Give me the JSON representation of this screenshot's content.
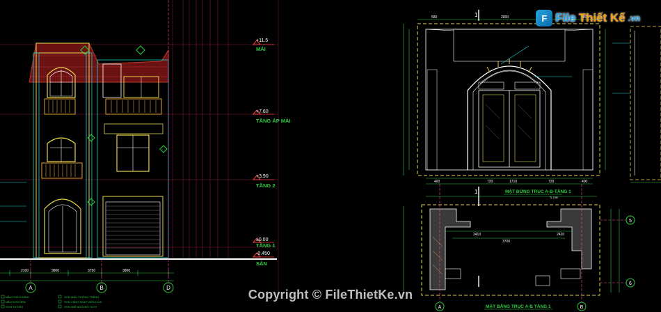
{
  "brand": {
    "logo_mark": "F",
    "logo_part1": "File",
    "logo_part2": "Thiết Kế",
    "logo_suffix": ".vn"
  },
  "watermark": "Copyright © FileThietKe.vn",
  "levels": [
    {
      "value": "+11.5",
      "name": "MÁI"
    },
    {
      "value": "+7.60",
      "name": "TẦNG ÁP MÁI"
    },
    {
      "value": "+3.90",
      "name": "TẦNG 2"
    },
    {
      "value": "±0.00",
      "name": "TẦNG 1"
    },
    {
      "value": "-0.450",
      "name": "SÂN"
    }
  ],
  "grid_axes_left": [
    "A",
    "B",
    "D"
  ],
  "grid_axes_right": [
    "A",
    "B"
  ],
  "grid_axes_side": [
    "5",
    "6"
  ],
  "dimensions": {
    "left_bottom": [
      "2100",
      "3800",
      "3750",
      "3800"
    ],
    "elev_top": [
      "580",
      "2000",
      "580"
    ],
    "elev_bottom": [
      "400",
      "720",
      "1710",
      "720",
      "400"
    ],
    "plan_top": [
      "2410",
      "2420"
    ],
    "plan_bottom": [
      "3700"
    ]
  },
  "section_marks": [
    "1",
    "1"
  ],
  "titles": {
    "elevation": "MẶT ĐỨNG TRỤC A-B-TẦNG 1",
    "plan": "MẶT BẰNG TRỤC A-B TẦNG 1",
    "scale": "TL 1/50"
  },
  "legend_items": [
    "MÀU PHỐI CHÍNH",
    "MÀU SƠN NỀN",
    "SƠN TƯỜNG"
  ],
  "legend_right": [
    "SƠN MÀU TƯỜNG TRẮNG",
    "SƠN VÀNG NHẠT VIỀN CỬA",
    "SƠN MÁI NGÓI ĐỎ TƯƠI"
  ],
  "colors": {
    "background": "#000000",
    "level_marker": "#ff3b3b",
    "level_text": "#2ecc40",
    "axis_line": "#ff4aa0",
    "structure": "#ffffff",
    "roof": "#b21c1c",
    "accent_yellow": "#e8d44d",
    "accent_cyan": "#19d3d3"
  }
}
